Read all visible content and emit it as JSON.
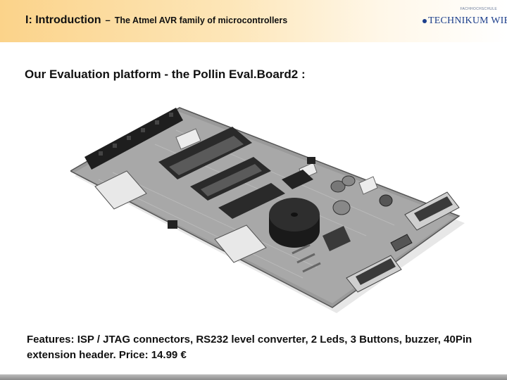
{
  "header": {
    "main": "I:  Introduction",
    "dash": "–",
    "sub": "The Atmel AVR family of microcontrollers"
  },
  "logo": {
    "tagline": "FACHHOCHSCHULE",
    "name": "TECHNIKUM WIEN"
  },
  "heading": "Our Evaluation platform - the Pollin Eval.Board2 :",
  "features": "Features: ISP / JTAG connectors, RS232 level converter, 2 Leds, 3 Buttons, buzzer, 40Pin extension header. Price: 14.99 €",
  "colors": {
    "header_accent": "#fbd38a",
    "logo_blue": "#1d3f8c"
  }
}
